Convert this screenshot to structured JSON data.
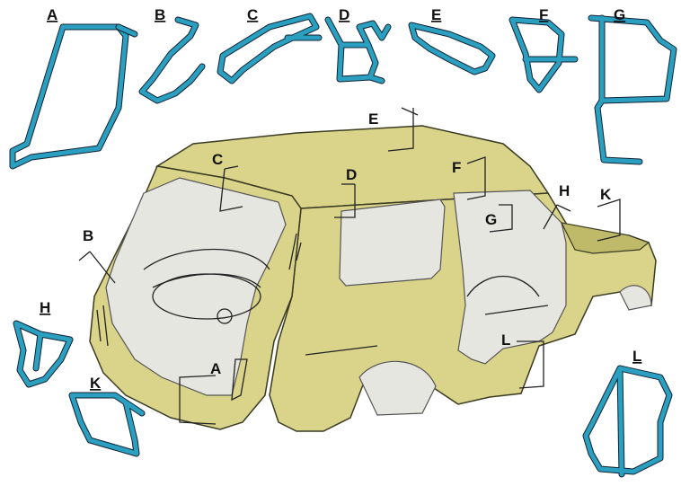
{
  "labels": {
    "A": "A",
    "B": "B",
    "C": "C",
    "D": "D",
    "E": "E",
    "F": "F",
    "G": "G",
    "H": "H",
    "K": "K",
    "L": "L"
  },
  "colors": {
    "profile": "#2a9fbf",
    "body": "#d9d48a",
    "interior": "#e6e6e0"
  }
}
